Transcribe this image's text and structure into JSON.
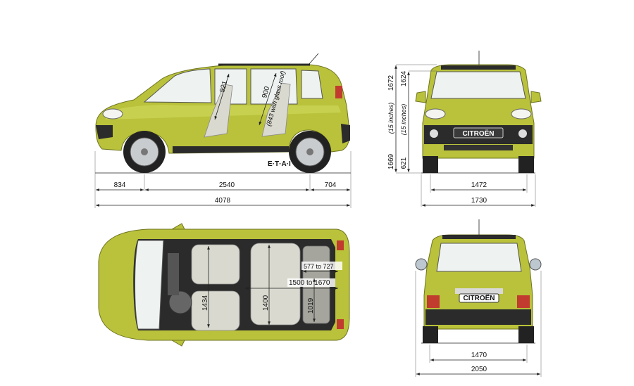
{
  "labels": {
    "side": {
      "wheelbase": "2540",
      "front_overhang": "834",
      "rear_overhang": "704",
      "length": "4078",
      "front_headroom": "921",
      "rear_headroom": "900",
      "glass_roof_note": "(843 with glass roof)",
      "brand_text": "E·T·A·I"
    },
    "front": {
      "height_total": "1672",
      "height_roof": "1624",
      "ground_a": "1669",
      "ground_b": "621",
      "inches_a": "(15 inches)",
      "inches_b": "(15 inches)",
      "track": "1472",
      "width": "1730",
      "badge": "CITROËN"
    },
    "top": {
      "range1": "577  to  727",
      "range2": "1500  to  1670",
      "width_front": "1434",
      "width_mid": "1400",
      "width_rear": "1019"
    },
    "rear": {
      "track": "1470",
      "width_mirrors": "2050",
      "badge": "CITROËN"
    }
  },
  "colors": {
    "body": "#b9c23a",
    "body_light": "#d2da5e",
    "trim": "#2b2b2b",
    "glass": "#eef3f1"
  }
}
